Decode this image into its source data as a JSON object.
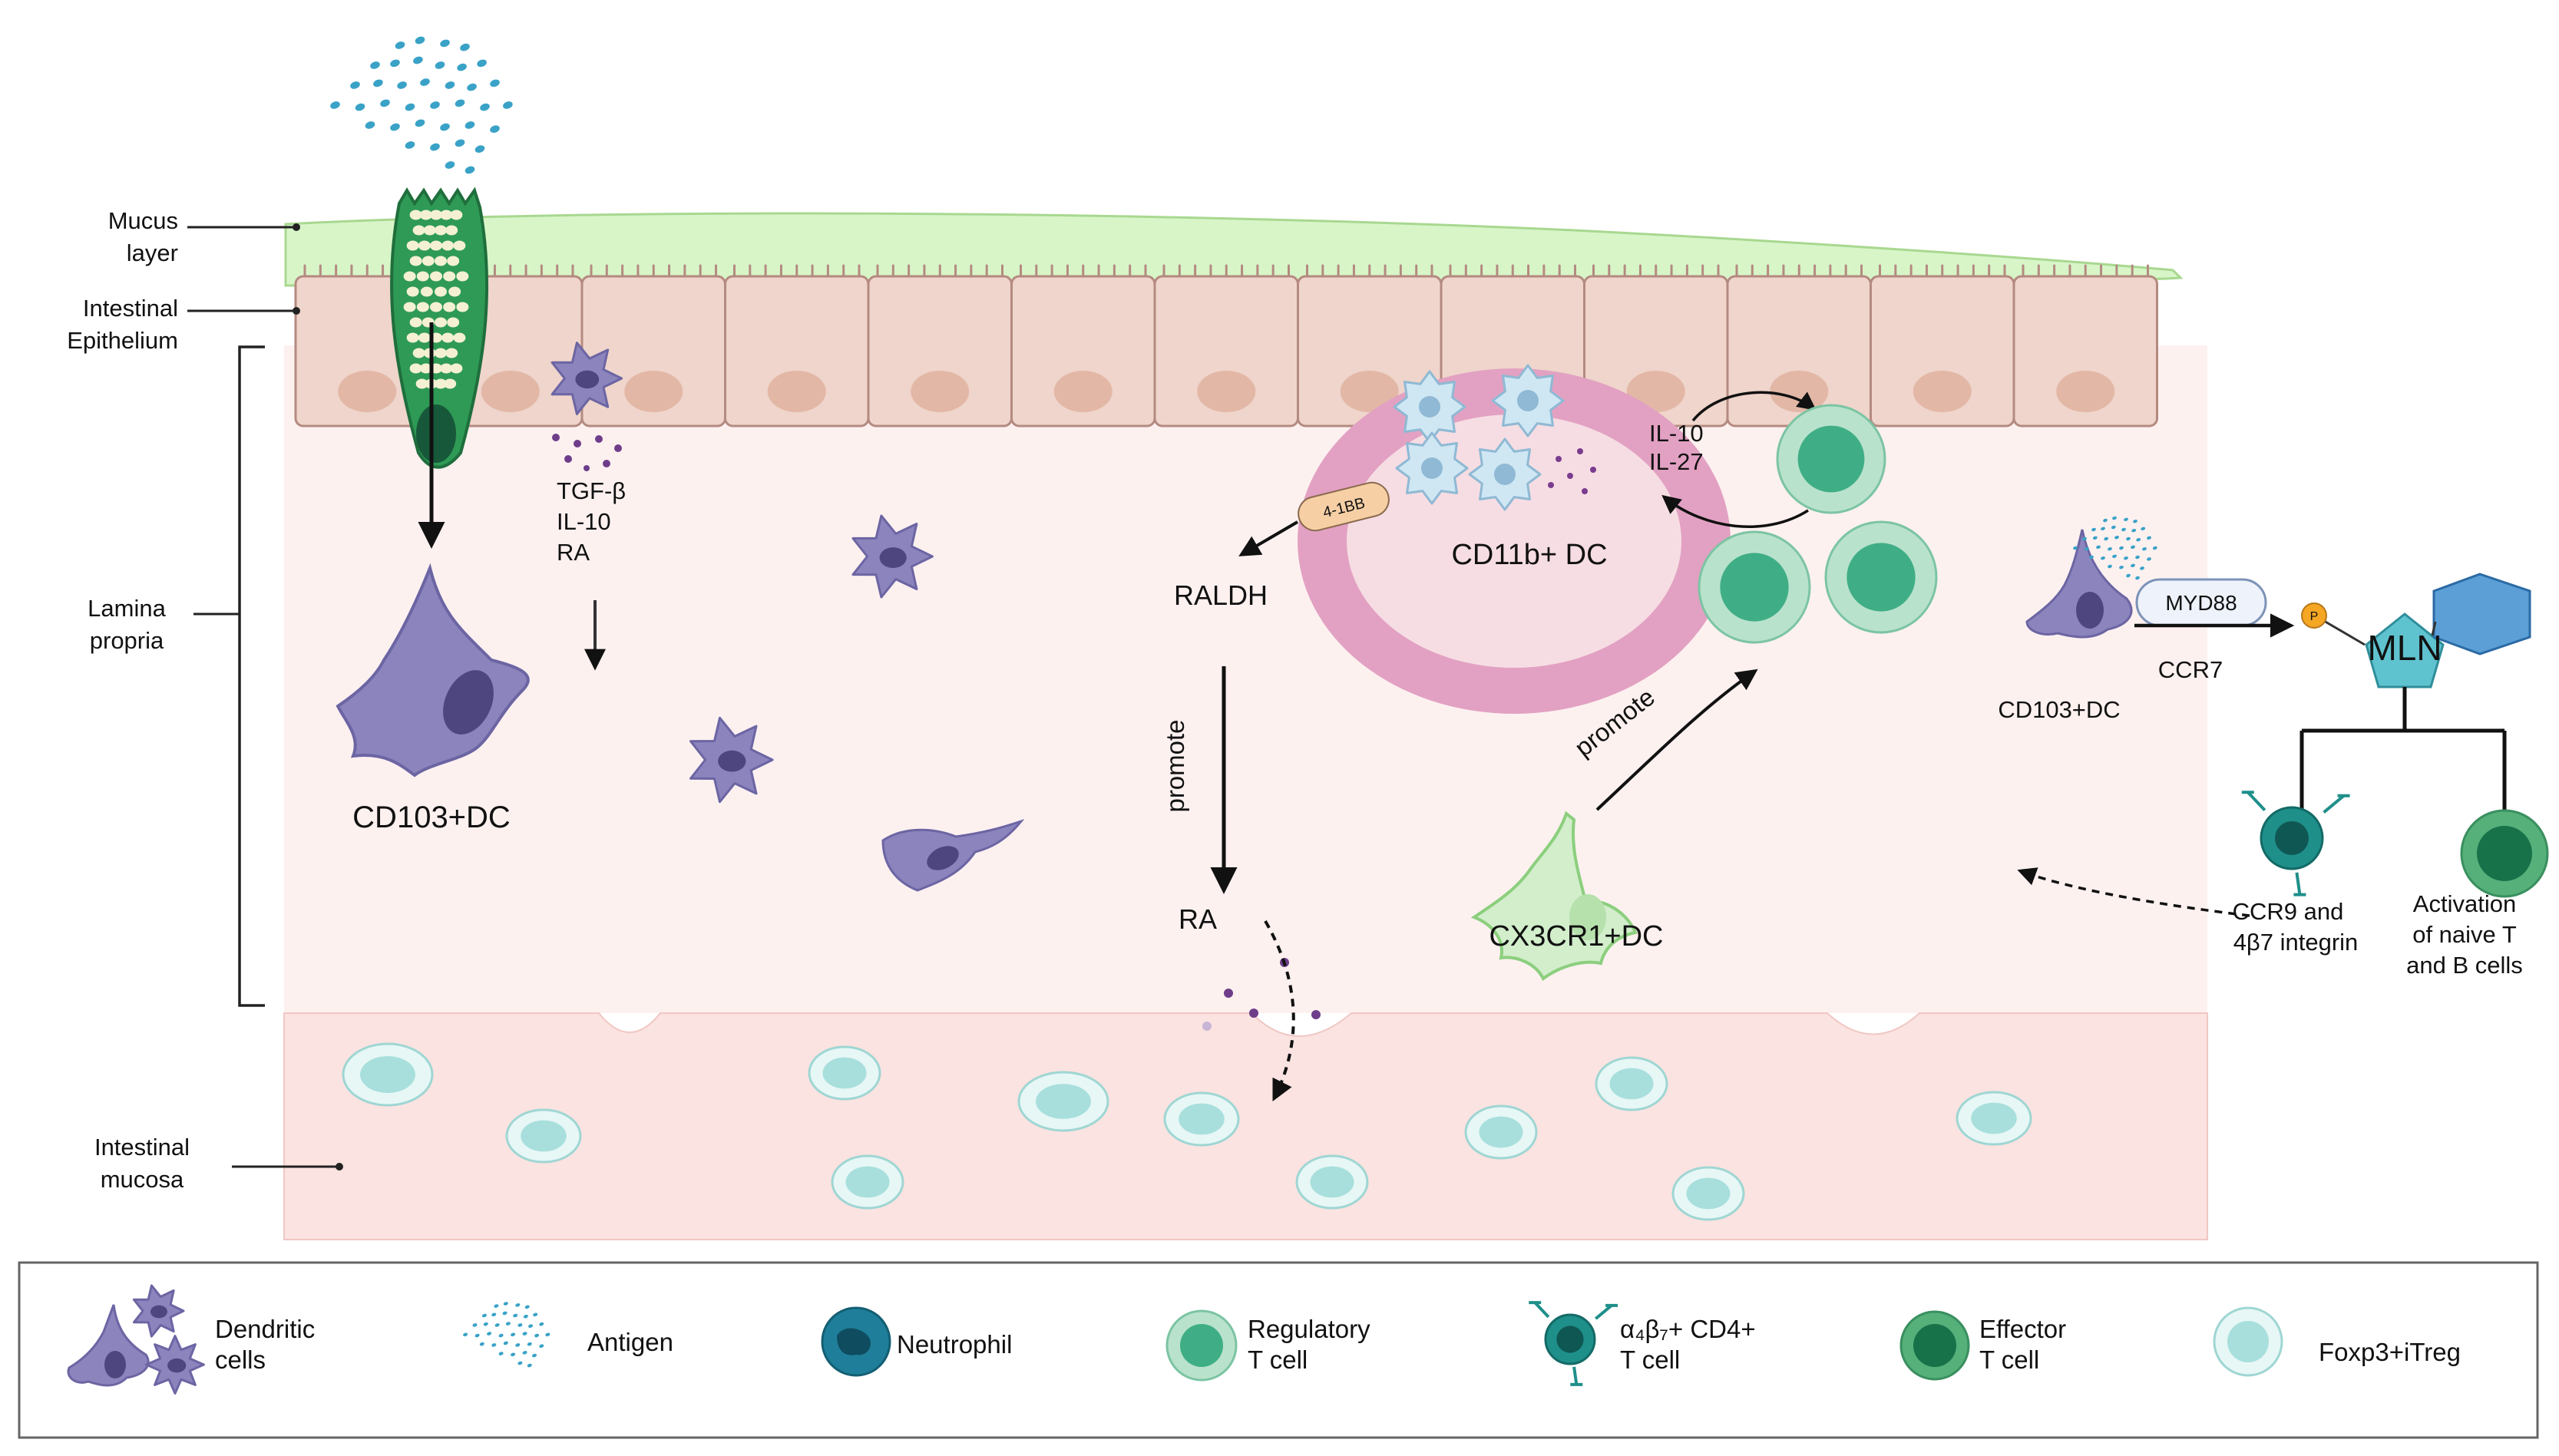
{
  "labels": {
    "mucus_layer": [
      "Mucus",
      "layer"
    ],
    "intestinal_epithelium": [
      "Intestinal",
      "Epithelium"
    ],
    "lamina_propria": [
      "Lamina",
      "propria"
    ],
    "intestinal_mucosa": [
      "Intestinal",
      "mucosa"
    ]
  },
  "diagram": {
    "cytokines_left": [
      "TGF-β",
      "IL-10",
      "RA"
    ],
    "cd103_dc_left": "CD103+DC",
    "raldh": "RALDH",
    "badge_41bb": "4-1BB",
    "promote_vertical": "promote",
    "ra": "RA",
    "cd11b_dc": "CD11b+ DC",
    "cytokines_ring": [
      "IL-10",
      "IL-27"
    ],
    "promote_diagonal": "promote",
    "cx3cr1_dc": "CX3CR1+DC",
    "myd88": "MYD88",
    "phospho": "P",
    "ccr7": "CCR7",
    "mln": "MLN",
    "cd103_dc_right": "CD103+DC",
    "ccr9_integrin": [
      "CCR9 and",
      "4β7 integrin"
    ],
    "activation": [
      "Activation",
      "of naive T",
      "and B cells"
    ]
  },
  "legend": {
    "dendritic_cells": [
      "Dendritic",
      "cells"
    ],
    "antigen": "Antigen",
    "neutrophil": "Neutrophil",
    "regulatory_t_cell": [
      "Regulatory",
      "T cell"
    ],
    "a4b7_cd4_t_cell": [
      "α₄β₇+ CD4+",
      "T cell"
    ],
    "effector_t_cell": [
      "Effector",
      "T cell"
    ],
    "foxp3_itreg": "Foxp3+iTreg"
  },
  "colors": {
    "mucus": "#d8f5c8",
    "epithelium": "#efd5cb",
    "lamina_propria": "#fdf1f0",
    "mucosa": "#fbe3e1",
    "dendritic_cell": "#8c84bd",
    "treg": "#3fae86",
    "itreg": "#bfe8e6",
    "ring": "#e2a1c2",
    "mln": "#5fc3cf",
    "hexagon": "#5b9fd6",
    "goblet": "#2e9a55"
  }
}
